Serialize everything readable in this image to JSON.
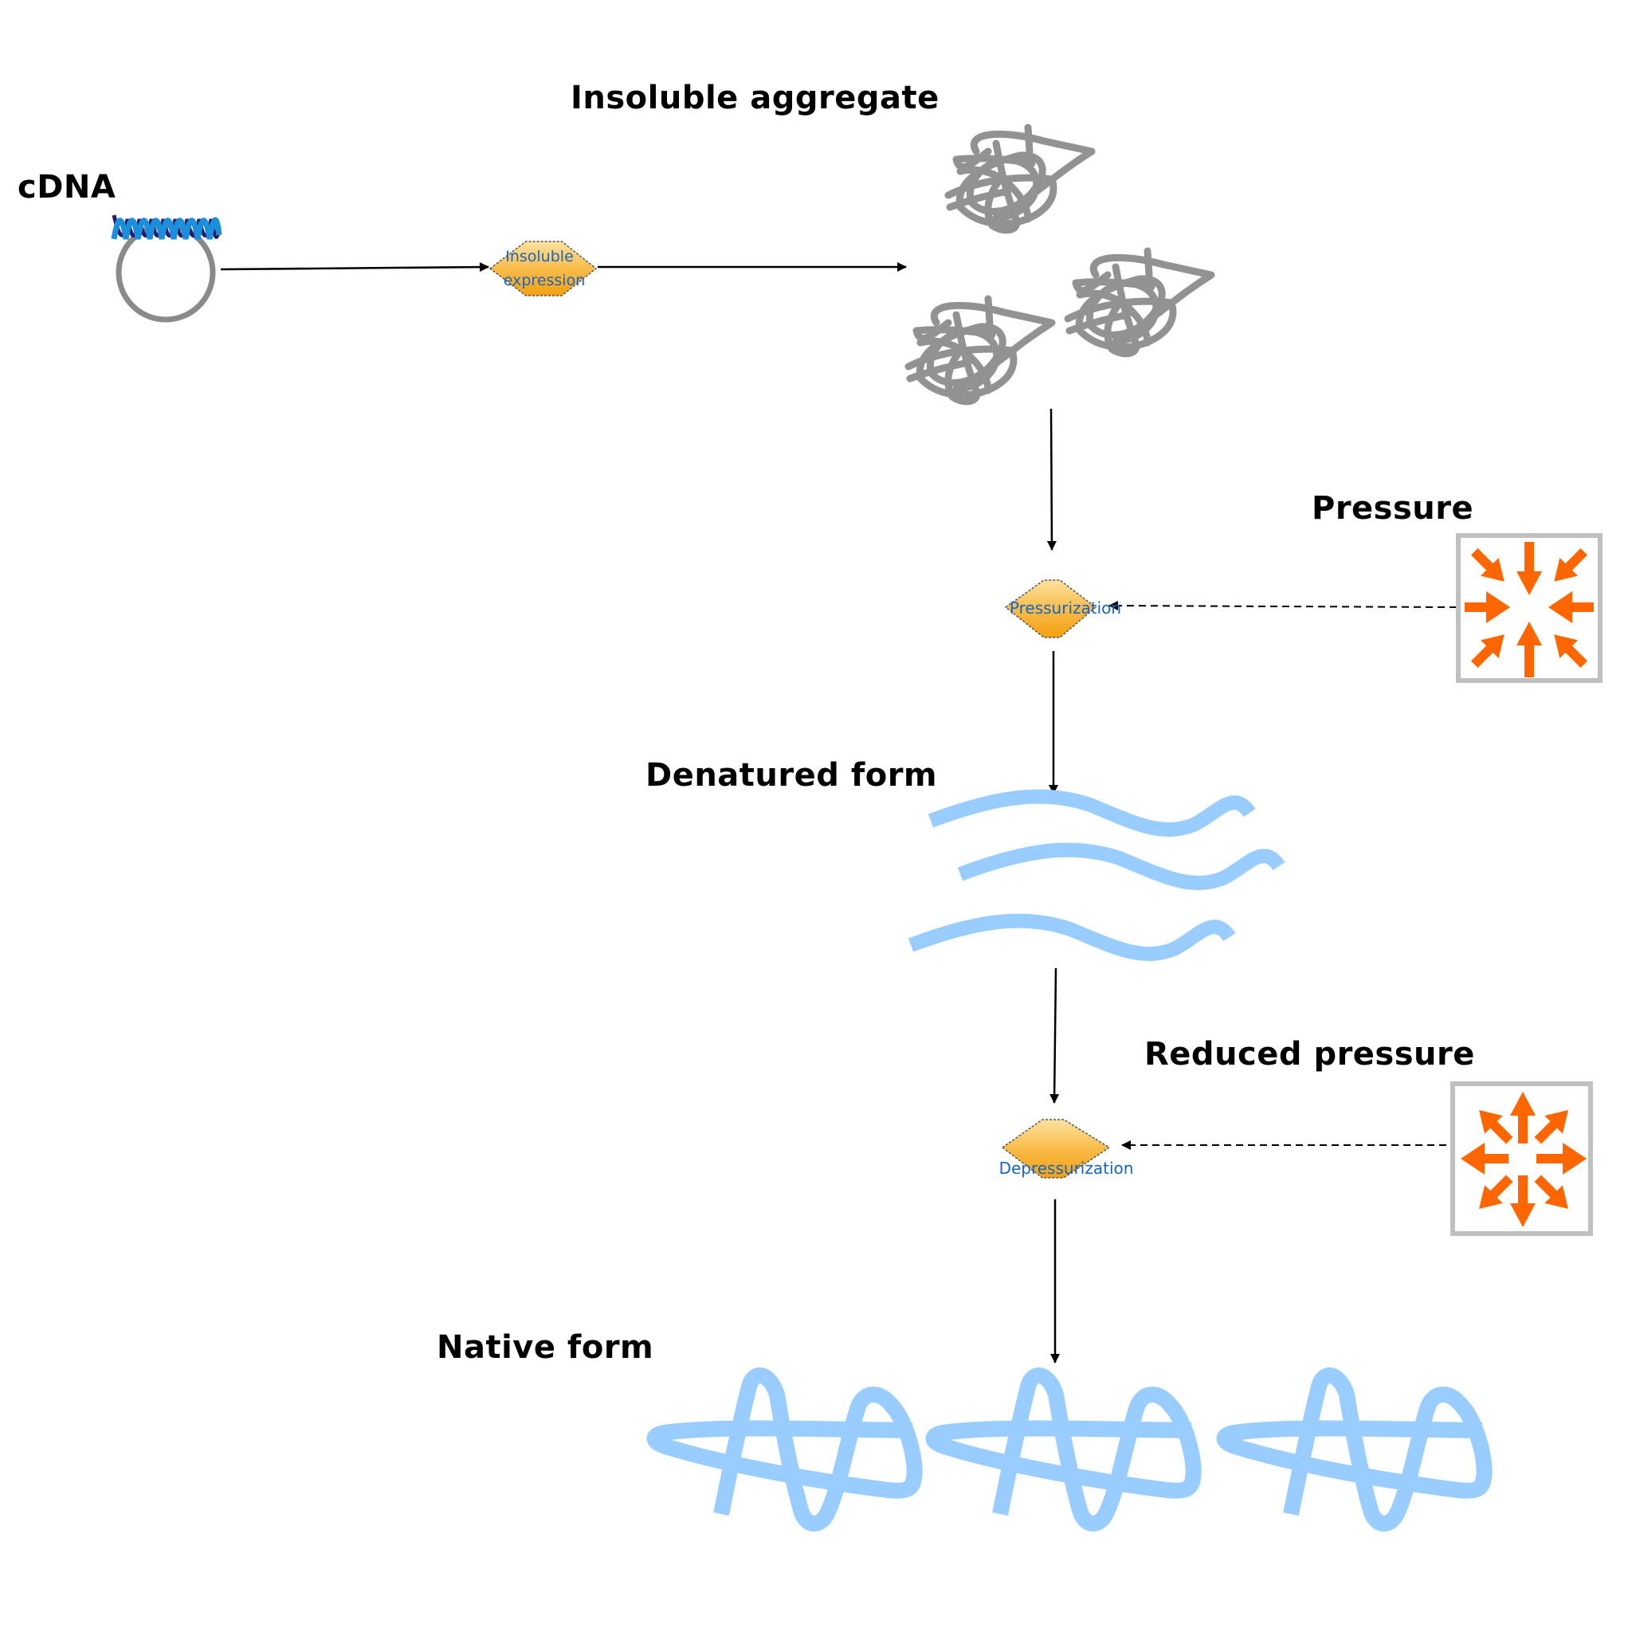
{
  "labels": {
    "cdna": "cDNA",
    "insoluble_aggregate": "Insoluble aggregate",
    "pressure": "Pressure",
    "denatured_form": "Denatured form",
    "reduced_pressure": "Reduced pressure",
    "native_form": "Native form"
  },
  "processes": {
    "insoluble_expression": {
      "line1": "Insoluble",
      "line2": "expression"
    },
    "pressurization": "Pressurization",
    "depressurization": "Depressurization"
  },
  "icons": {
    "plasmid": "plasmid-icon",
    "aggregate": "aggregate-icon",
    "pressure": "pressure-inward-arrows-icon",
    "reduced_pressure": "pressure-outward-arrows-icon",
    "denatured": "unfolded-protein-icon",
    "native": "folded-protein-icon"
  },
  "colors": {
    "process_fill": "#f5a623",
    "process_text": "#1565c8",
    "aggregate": "#929292",
    "protein": "#99ccff",
    "pressure_arrow": "#ff6600",
    "box_border": "#c0c0c0",
    "dna_light": "#1a8fdc",
    "dna_dark": "#2a1a6e"
  }
}
